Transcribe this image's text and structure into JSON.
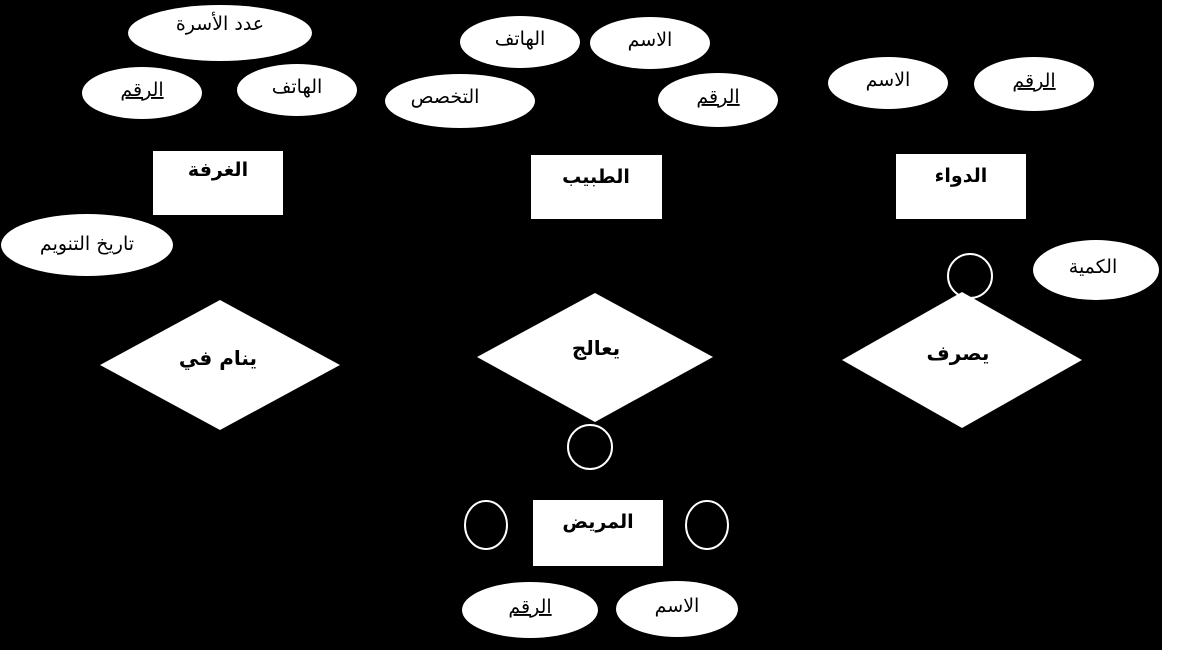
{
  "colors": {
    "background": "#000000",
    "shape_fill": "#ffffff",
    "text": "#000000",
    "outline": "#ffffff"
  },
  "entities": {
    "room": "الغرفة",
    "doctor": "الطبيب",
    "medicine": "الدواء",
    "patient": "المريض"
  },
  "relationships": {
    "sleeps_in": "ينام في",
    "treats": "يعالج",
    "prescribes": "يصرف"
  },
  "attributes": {
    "room_bed_count": "عدد الأسرة",
    "room_id": "الرقم",
    "room_phone": "الهاتف",
    "admission_date": "تاريخ التنويم",
    "doctor_phone": "الهاتف",
    "doctor_name": "الاسم",
    "doctor_specialty": "التخصص",
    "doctor_id": "الرقم",
    "medicine_name": "الاسم",
    "medicine_id": "الرقم",
    "quantity": "الكمية",
    "patient_id": "الرقم",
    "patient_name": "الاسم"
  }
}
